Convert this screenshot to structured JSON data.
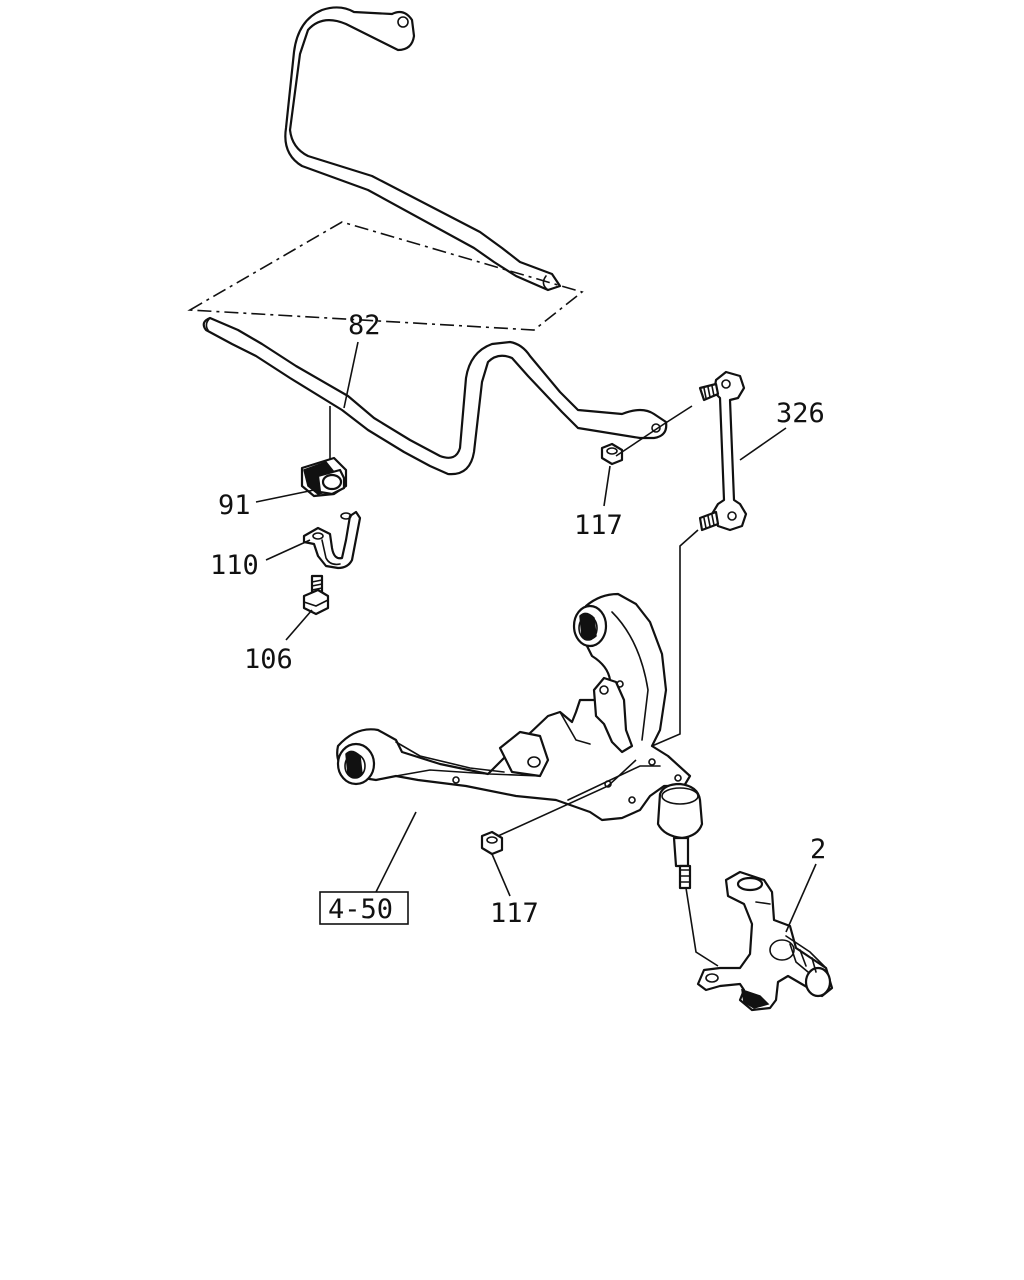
{
  "callouts": {
    "stabilizer_bar": "82",
    "stabilizer_link": "326",
    "bushing": "91",
    "bracket": "110",
    "bolt": "106",
    "nut_upper": "117",
    "nut_lower": "117",
    "knuckle": "2",
    "lower_arm_ref": "4-50"
  },
  "colors": {
    "line": "#111111",
    "background": "#ffffff"
  }
}
